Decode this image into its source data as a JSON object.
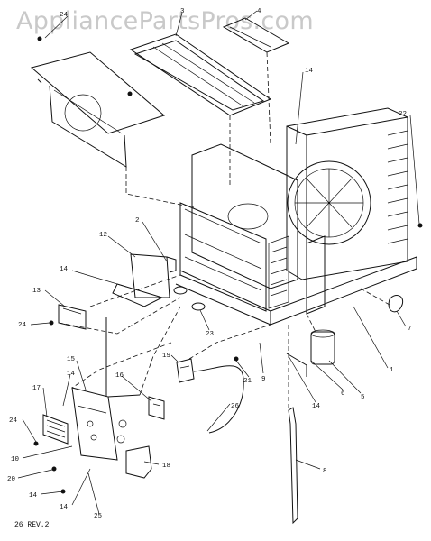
{
  "watermark": "AppliancePartsPros.com",
  "revision": "26 REV.2",
  "callouts": {
    "c24a": "24",
    "c3": "3",
    "c4": "4",
    "c14a": "14",
    "c22": "22",
    "c2": "2",
    "c12": "12",
    "c14b": "14",
    "c13": "13",
    "c24b": "24",
    "c23": "23",
    "c7": "7",
    "c1": "1",
    "c19": "19",
    "c15": "15",
    "c14c": "14",
    "c16": "16",
    "c17": "17",
    "c24c": "24",
    "c10": "10",
    "c20": "20",
    "c14d": "14",
    "c14e": "14",
    "c25": "25",
    "c18": "18",
    "c21": "21",
    "c9": "9",
    "c14f": "14",
    "c6": "6",
    "c5": "5",
    "c26": "26",
    "c8": "8"
  }
}
